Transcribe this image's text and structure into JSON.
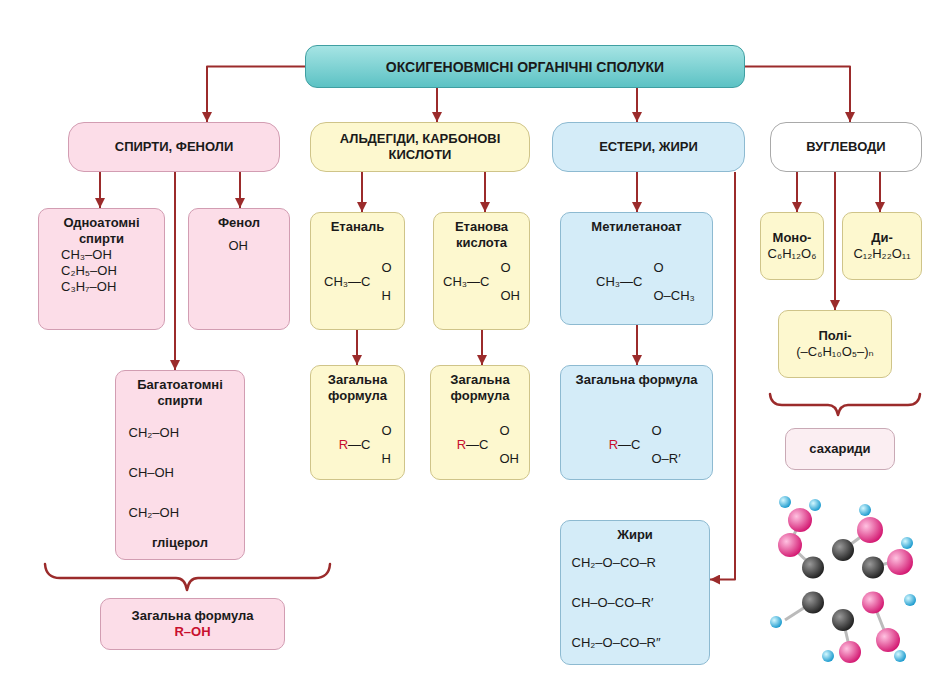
{
  "diagram": {
    "nodes": [
      {
        "text": [
          "ОКСИГЕНОВМІСНІ ОРГАНІЧНІ СПОЛУКИ"
        ]
      },
      {
        "text": [
          "СПИРТИ, ФЕНОЛИ"
        ]
      },
      {
        "text": [
          "АЛЬДЕГІДИ, КАРБОНОВІ КИСЛОТИ"
        ]
      },
      {
        "text": [
          "ЕСТЕРИ, ЖИРИ"
        ]
      },
      {
        "text": [
          "ВУГЛЕВОДИ"
        ]
      },
      {
        "text": [
          "Одноатомні спирти",
          "CH₃–OH",
          "C₂H₅–OH",
          "C₃H₇–OH"
        ]
      },
      {
        "text": [
          "Фенол",
          "OH"
        ]
      },
      {
        "text": [
          "Етаналь",
          "CH₃—C",
          "O",
          "H"
        ]
      },
      {
        "text": [
          "Етанова кислота",
          "CH₃—C",
          "O",
          "OH"
        ]
      },
      {
        "text": [
          "Метилетаноат",
          "CH₃—C",
          "O",
          "O–CH₃"
        ]
      },
      {
        "text": [
          "Моно-",
          "C₆H₁₂O₆"
        ]
      },
      {
        "text": [
          "Ди-",
          "C₁₂H₂₂O₁₁"
        ]
      },
      {
        "text": [
          "Багатоатомні спирти",
          "CH₂–OH",
          "CH–OH",
          "CH₂–OH",
          "гліцерол"
        ]
      },
      {
        "text": [
          "Загальна формула",
          "R",
          "—C",
          "O",
          "H"
        ]
      },
      {
        "text": [
          "Загальна формула",
          "R",
          "—C",
          "O",
          "OH"
        ]
      },
      {
        "text": [
          "Загальна формула",
          "R",
          "—C",
          "O",
          "O–R′"
        ]
      },
      {
        "text": [
          "Полі-",
          "(–C₆H₁₀O₅–)ₙ"
        ]
      },
      {
        "text": [
          "сахариди"
        ]
      },
      {
        "text": [
          "Загальна формула",
          "R–OH"
        ]
      },
      {
        "text": [
          "Жири",
          "CH₂–O–CO–R",
          "CH–O–CO–R′",
          "CH₂–O–CO–R″"
        ]
      }
    ],
    "edges": [
      {
        "from": 0,
        "to": 1,
        "arrow": "to"
      },
      {
        "from": 0,
        "to": 2,
        "arrow": "to"
      },
      {
        "from": 0,
        "to": 3,
        "arrow": "to"
      },
      {
        "from": 0,
        "to": 4,
        "arrow": "to"
      },
      {
        "from": 1,
        "to": 5,
        "arrow": "to"
      },
      {
        "from": 1,
        "to": 6,
        "arrow": "to"
      },
      {
        "from": 1,
        "to": 12,
        "arrow": "to"
      },
      {
        "from": 2,
        "to": 7,
        "arrow": "to"
      },
      {
        "from": 2,
        "to": 8,
        "arrow": "to"
      },
      {
        "from": 3,
        "to": 9,
        "arrow": "to"
      },
      {
        "from": 3,
        "to": 19,
        "arrow": "to"
      },
      {
        "from": 4,
        "to": 10,
        "arrow": "to"
      },
      {
        "from": 4,
        "to": 11,
        "arrow": "to"
      },
      {
        "from": 4,
        "to": 16,
        "arrow": "to"
      },
      {
        "from": 7,
        "to": 13,
        "arrow": "to"
      },
      {
        "from": 8,
        "to": 14,
        "arrow": "to"
      },
      {
        "from": 9,
        "to": 15,
        "arrow": "to"
      }
    ]
  }
}
